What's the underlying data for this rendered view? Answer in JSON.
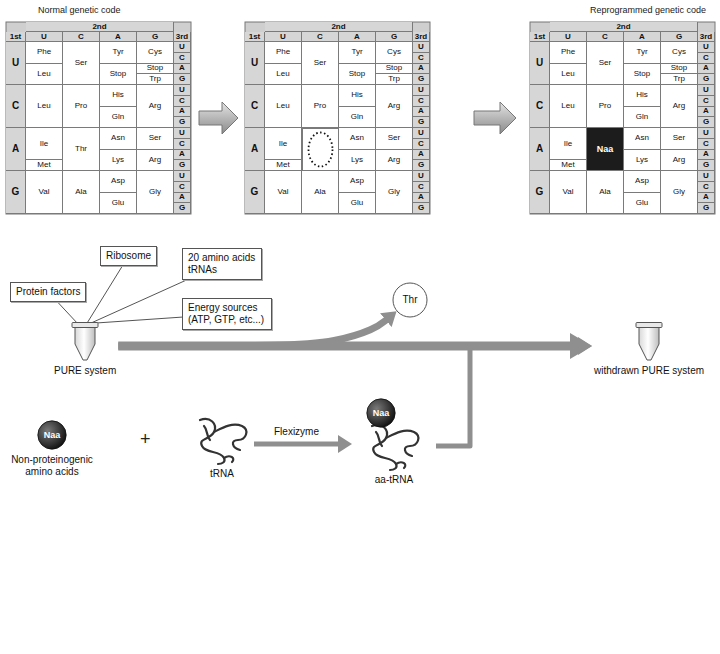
{
  "diagram": {
    "nodes": [
      {
        "text": [
          "Ribosome"
        ]
      },
      {
        "text": [
          "20 amino acids tRNAs"
        ]
      },
      {
        "text": [
          "Protein factors"
        ]
      },
      {
        "text": [
          "Thr"
        ]
      },
      {
        "text": [
          "Energy sources (ATP, GTP, etc...)"
        ]
      },
      {
        "text": [
          "PURE system"
        ]
      },
      {
        "text": [
          "withdrawn PURE system"
        ]
      },
      {
        "text": [
          "Non-proteinogenic amino acids"
        ]
      },
      {
        "text": [
          "Naa"
        ],
        "in": 7
      },
      {
        "text": [
          "tRNA"
        ]
      },
      {
        "text": [
          "aa-tRNA"
        ]
      },
      {
        "text": [
          "Naa"
        ],
        "in": 10
      }
    ],
    "edges": [
      {
        "from": 0,
        "to": 5,
        "arrow": "none"
      },
      {
        "from": 1,
        "to": 5,
        "arrow": "none"
      },
      {
        "from": 2,
        "to": 5,
        "arrow": "none"
      },
      {
        "from": 4,
        "to": 5,
        "arrow": "none"
      },
      {
        "from": 5,
        "to": 3,
        "arrow": "to"
      },
      {
        "from": 5,
        "to": 6,
        "arrow": "to"
      },
      {
        "from": 9,
        "to": 10,
        "label": "Flexizyme",
        "arrow": "to"
      },
      {
        "from": 10,
        "to": 6,
        "arrow": "to"
      }
    ],
    "labels": [
      "Normal genetic code",
      "Reprogrammed genetic code",
      "2nd",
      "1st",
      "U",
      "C",
      "A",
      "G",
      "3rd",
      "U",
      "Phe",
      "Leu",
      "Ser",
      "Tyr",
      "Stop",
      "Cys",
      "Stop",
      "Trp",
      "U",
      "C",
      "A",
      "G",
      "C",
      "Leu",
      "Pro",
      "His",
      "Gln",
      "Arg",
      "U",
      "C",
      "A",
      "G",
      "A",
      "Ile",
      "Met",
      "Thr",
      "Asn",
      "Lys",
      "Ser",
      "Arg",
      "U",
      "C",
      "A",
      "G",
      "G",
      "Val",
      "Ala",
      "Asp",
      "Glu",
      "Gly",
      "U",
      "C",
      "A",
      "G",
      "2nd",
      "1st",
      "U",
      "C",
      "A",
      "G",
      "3rd",
      "U",
      "Phe",
      "Leu",
      "Ser",
      "Tyr",
      "Stop",
      "Cys",
      "Stop",
      "Trp",
      "U",
      "C",
      "A",
      "G",
      "C",
      "Leu",
      "Pro",
      "His",
      "Gln",
      "Arg",
      "U",
      "C",
      "A",
      "G",
      "A",
      "Ile",
      "Met",
      "Asn",
      "Lys",
      "Ser",
      "Arg",
      "U",
      "C",
      "A",
      "G",
      "G",
      "Val",
      "Ala",
      "Asp",
      "Glu",
      "Gly",
      "U",
      "C",
      "A",
      "G",
      "2nd",
      "1st",
      "U",
      "C",
      "A",
      "G",
      "3rd",
      "U",
      "Phe",
      "Leu",
      "Ser",
      "Tyr",
      "Stop",
      "Cys",
      "Stop",
      "Trp",
      "U",
      "C",
      "A",
      "G",
      "C",
      "Leu",
      "Pro",
      "His",
      "Gln",
      "Arg",
      "U",
      "C",
      "A",
      "G",
      "A",
      "Ile",
      "Met",
      "Naa",
      "Asn",
      "Lys",
      "Ser",
      "Arg",
      "U",
      "C",
      "A",
      "G",
      "G",
      "Val",
      "Ala",
      "Asp",
      "Glu",
      "Gly",
      "U",
      "C",
      "A",
      "G",
      "+"
    ]
  }
}
